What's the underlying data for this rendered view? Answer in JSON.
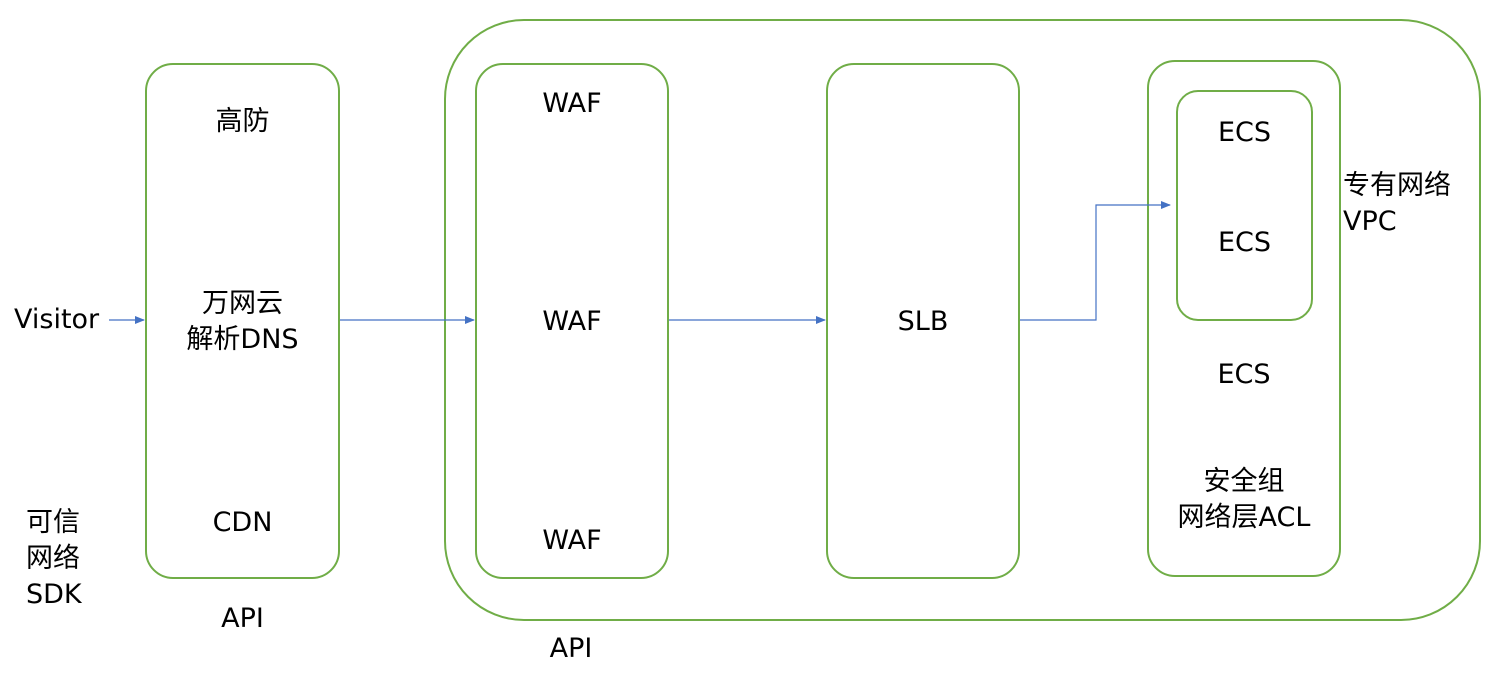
{
  "colors": {
    "border": "#70AD47",
    "arrow": "#4472C4",
    "text": "#000000"
  },
  "visitor": "Visitor",
  "client_sdk": {
    "line1": "可信",
    "line2": "网络",
    "line3": "SDK"
  },
  "edge_box": {
    "top": "高防",
    "middle_line1": "万网云",
    "middle_line2": "解析DNS",
    "bottom": "CDN"
  },
  "api_left": "API",
  "api_right": "API",
  "waf_box": {
    "top": "WAF",
    "middle": "WAF",
    "bottom": "WAF"
  },
  "slb_box": {
    "label": "SLB"
  },
  "security_box": {
    "ecs_top": "ECS",
    "ecs_middle": "ECS",
    "ecs_bottom": "ECS",
    "line1": "安全组",
    "line2": "网络层ACL"
  },
  "vpc": {
    "line1": "专有网络",
    "line2": "VPC"
  }
}
